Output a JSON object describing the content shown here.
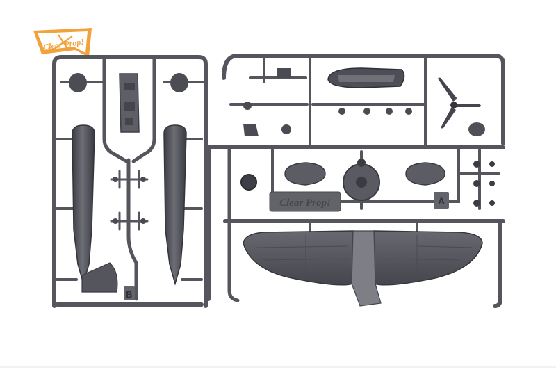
{
  "logo": {
    "text": "Clear Prop!"
  },
  "sprue_b": {
    "letter": "B"
  },
  "sprue_a": {
    "letter": "A",
    "molded_brand": "Clear Prop!"
  },
  "colors": {
    "plastic": "#5b5c63",
    "plastic_dark": "#3f4047",
    "plastic_light": "#7b7c84",
    "logo_orange": "#f2a23a",
    "background": "#ffffff"
  }
}
